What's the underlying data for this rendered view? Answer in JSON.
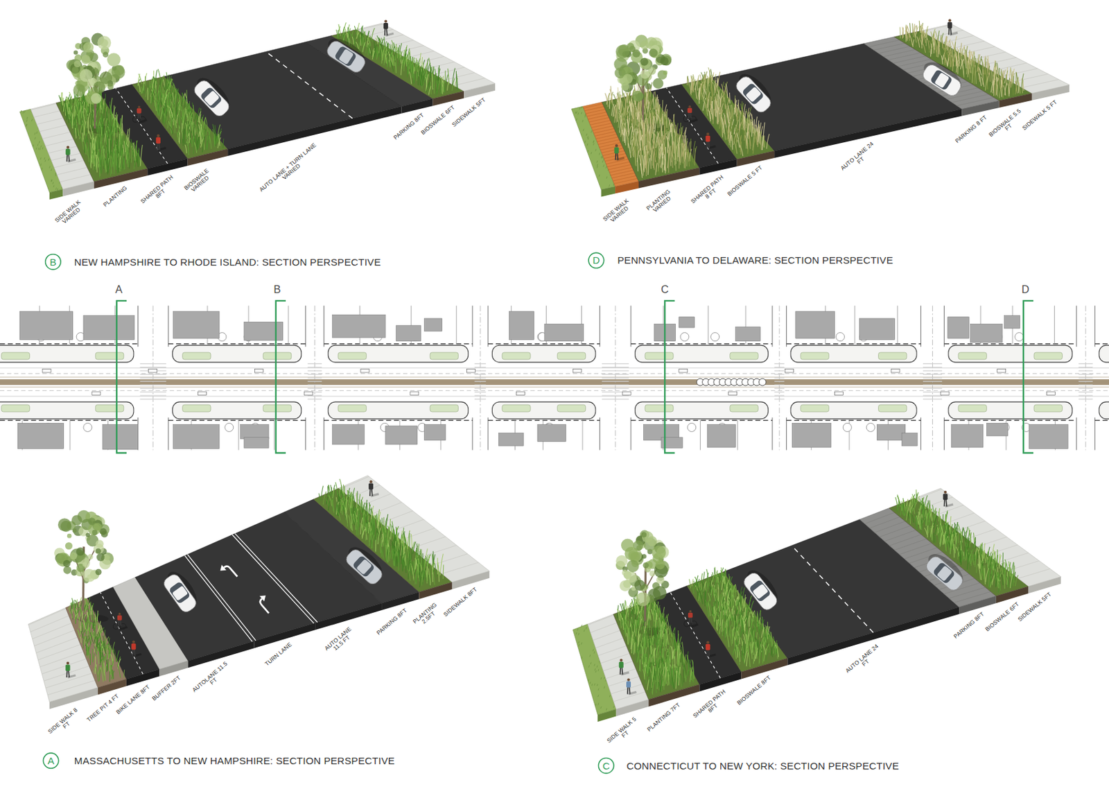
{
  "diagram": {
    "nodes": [
      {
        "text": [
          "B"
        ]
      },
      {
        "text": [
          "D"
        ]
      },
      {
        "text": [
          "A"
        ]
      },
      {
        "text": [
          "C"
        ]
      }
    ],
    "labels": [
      "SIDE WALK VARIED",
      "PLANTING",
      "SHARED PATH 8FT",
      "BIOSWALE VARIED",
      "AUTO LANE + TURN LANE VARIED",
      "PARKING 8FT",
      "BIOSWALE 6FT",
      "SIDEWALK 5FT",
      "NEW HAMPSHIRE TO RHODE ISLAND: SECTION PERSPECTIVE",
      "SIDE WALK VARIED",
      "PLANTING VARIED",
      "SHARED PATH 8 FT",
      "BIOSWALE 5 FT",
      "AUTO LANE 24 FT",
      "PARKING 8 FT",
      "BIOSWALE 5.5 FT",
      "SIDEWALK 5 FT",
      "PENNSYLVANIA TO DELAWARE: SECTION PERSPECTIVE",
      "A",
      "B",
      "C",
      "D",
      "SIDE WALK 8 FT",
      "TREE PIT 4 FT",
      "BIKE LANE 8FT",
      "BUFFER 2FT",
      "AUTOLANE 11.5 FT",
      "TURN LANE",
      "AUTO LANE 11.5 FT",
      "PARKING 8FT",
      "PLANTING 2.5FT",
      "SIDEWALK 8FT",
      "MASSACHUSETTS TO NEW HAMPSHIRE: SECTION PERSPECTIVE",
      "SIDE WALK 5 FT",
      "PLANTING 7FT",
      "SHARED PATH 8FT",
      "BIOSWALE 8FT",
      "AUTO LANE 24 FT",
      "PARKING 8FT",
      "BIOSWALE 6FT",
      "SIDEWALK 5FT",
      "CONNECTICUT TO NEW YORK: SECTION PERSPECTIVE"
    ]
  }
}
